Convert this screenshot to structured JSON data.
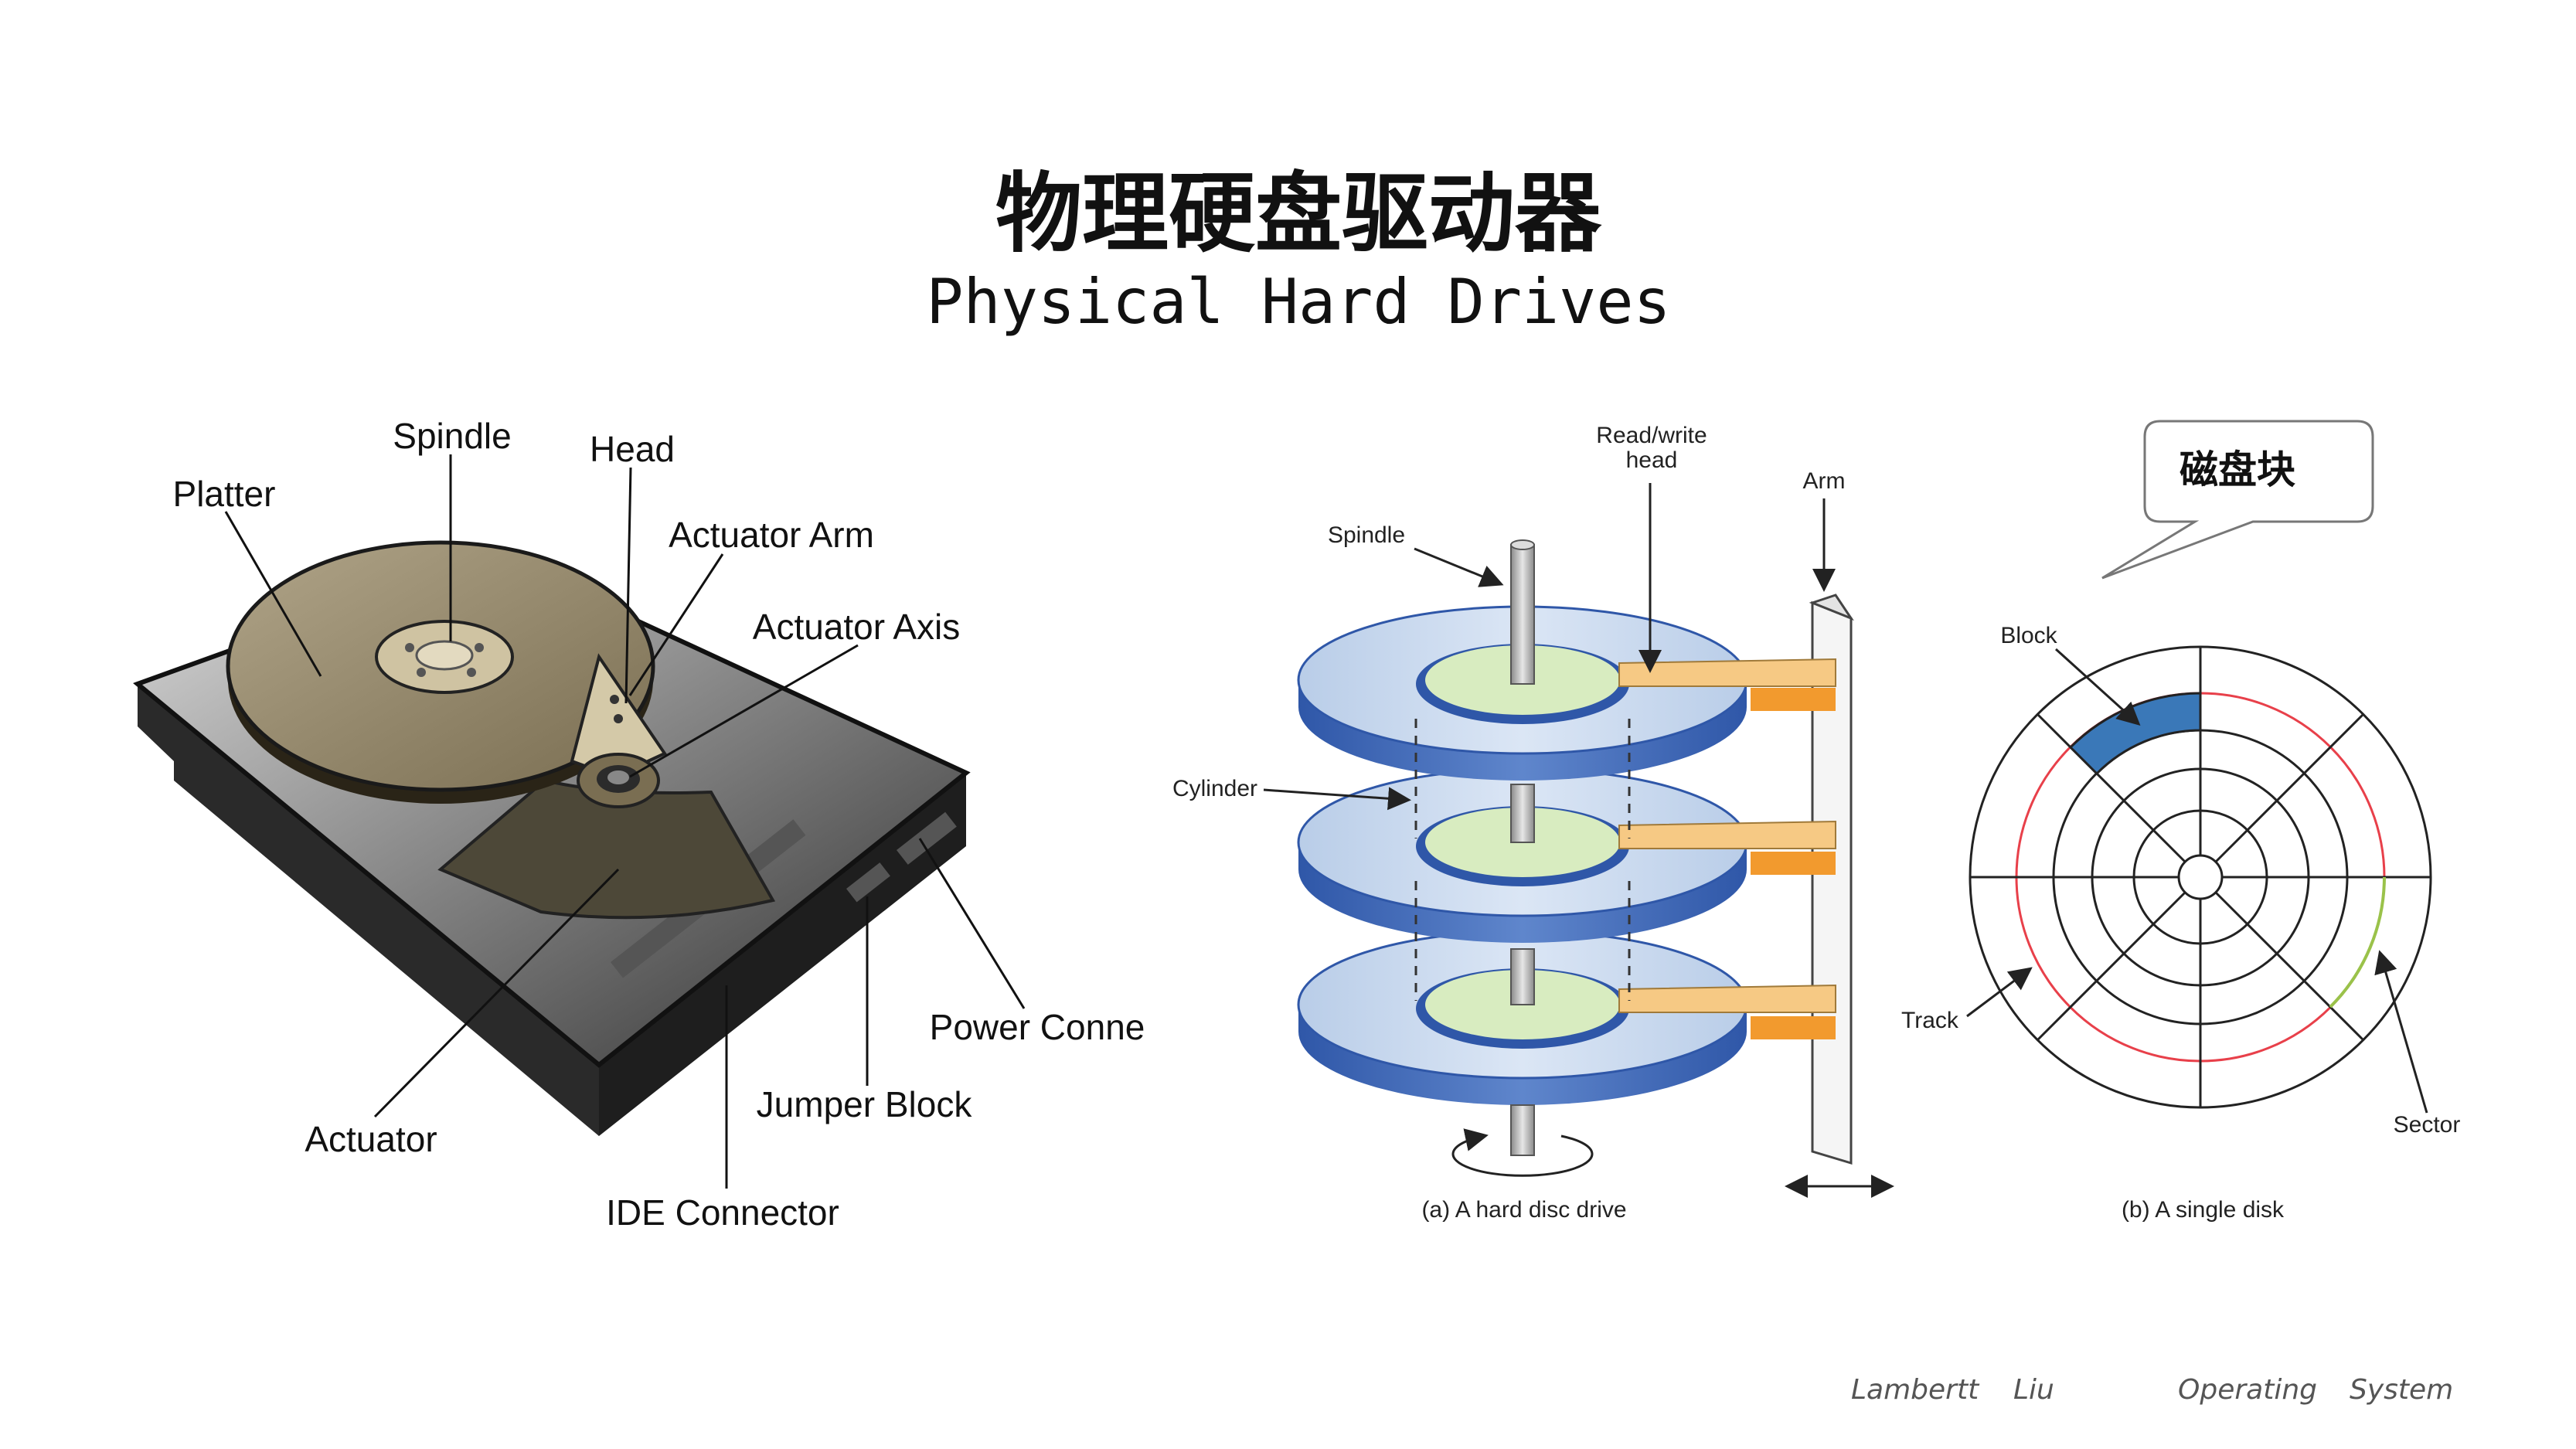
{
  "slide": {
    "title_zh": "物理硬盘驱动器",
    "title_en": "Physical Hard Drives"
  },
  "left_diagram": {
    "labels": {
      "spindle": "Spindle",
      "head": "Head",
      "platter": "Platter",
      "actuator_arm": "Actuator Arm",
      "actuator_axis": "Actuator Axis",
      "power_connector": "Power Conne",
      "jumper_block": "Jumper Block",
      "actuator": "Actuator",
      "ide_connector": "IDE Connector"
    }
  },
  "middle_diagram": {
    "labels": {
      "read_write_line1": "Read/write",
      "read_write_line2": "head",
      "arm": "Arm",
      "spindle": "Spindle",
      "cylinder": "Cylinder"
    },
    "caption": "(a) A hard disc drive"
  },
  "right_diagram": {
    "callout": "磁盘块",
    "labels": {
      "block": "Block",
      "track": "Track",
      "sector": "Sector"
    },
    "caption": "(b) A single disk"
  },
  "footer": {
    "author_first": "Lambertt",
    "author_last": "Liu",
    "course_word1": "Operating",
    "course_word2": "System"
  }
}
